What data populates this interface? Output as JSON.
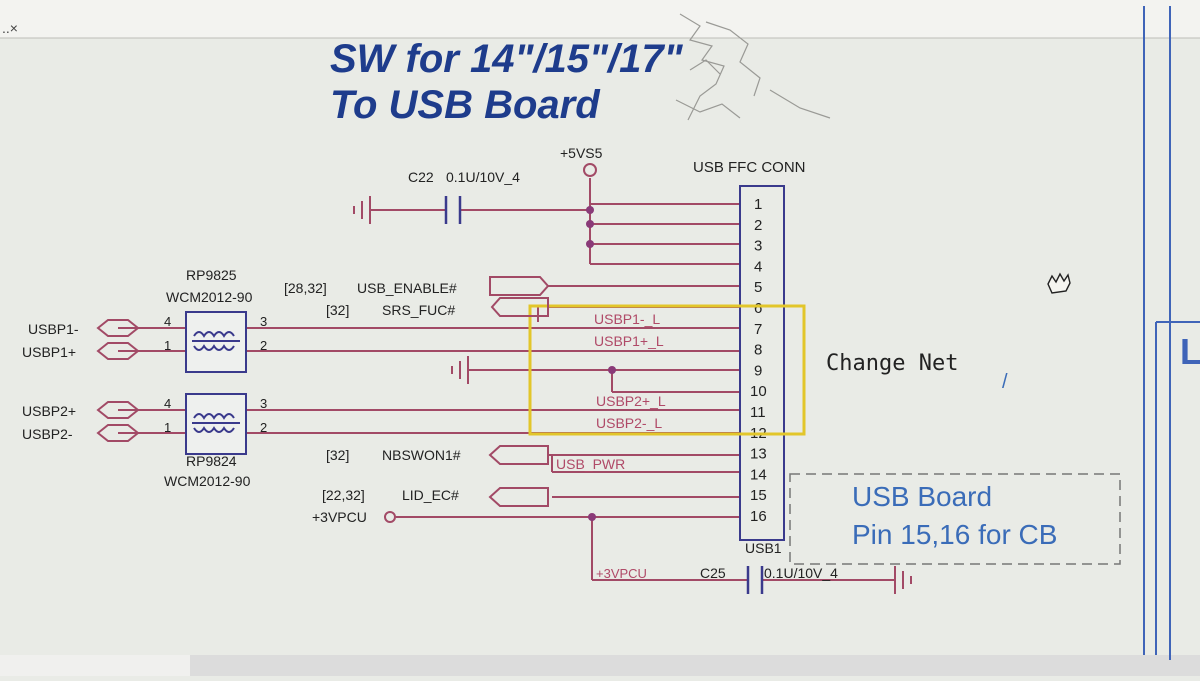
{
  "window": {
    "corner": "..×"
  },
  "titles": {
    "line1": "SW for 14\"/15\"/17\"",
    "line2": "To USB Board"
  },
  "power": {
    "vs5": "+5VS5",
    "vpcu_left": "+3VPCU",
    "vpcu_bottom": "+3VPCU"
  },
  "caps": {
    "c22": {
      "ref": "C22",
      "value": "0.1U/10V_4"
    },
    "c25": {
      "ref": "C25",
      "value": "0.1U/10V_4"
    }
  },
  "connector": {
    "title": "USB FFC CONN",
    "ref": "USB1",
    "pins": [
      "1",
      "2",
      "3",
      "4",
      "5",
      "6",
      "7",
      "8",
      "9",
      "10",
      "11",
      "12",
      "13",
      "14",
      "15",
      "16"
    ]
  },
  "chokes": {
    "rp9825": {
      "ref": "RP9825",
      "part": "WCM2012-90",
      "pins": [
        "4",
        "1",
        "3",
        "2"
      ]
    },
    "rp9824": {
      "ref": "RP9824",
      "part": "WCM2012-90",
      "pins": [
        "4",
        "1",
        "3",
        "2"
      ]
    }
  },
  "ports": {
    "usbp1n": "USBP1-",
    "usbp1p": "USBP1+",
    "usbp2p": "USBP2+",
    "usbp2n": "USBP2-"
  },
  "signals": {
    "usb_enable": {
      "sheet_ref": "[28,32]",
      "name": "USB_ENABLE#"
    },
    "srs_fuc": {
      "sheet_ref": "[32]",
      "name": "SRS_FUC#"
    },
    "nbswon1": {
      "sheet_ref": "[32]",
      "name": "NBSWON1#"
    },
    "lid_ec": {
      "sheet_ref": "[22,32]",
      "name": "LID_EC#"
    }
  },
  "net_labels": {
    "usbp1n_l": "USBP1-_L",
    "usbp1p_l": "USBP1+_L",
    "usbp2p_l": "USBP2+_L",
    "usbp2n_l": "USBP2-_L",
    "usb_pwr": "USB_PWR"
  },
  "annotations": {
    "change_net": "Change Net",
    "usb_board_line1": "USB Board",
    "usb_board_line2": "Pin 15,16 for CB",
    "tick": "/",
    "edge_label": "L"
  },
  "colors": {
    "wire": "#a24a66",
    "component": "#3a3a8c",
    "net_label": "#b04a68",
    "title_blue": "#1e3c8c",
    "highlight": "#e2c62a",
    "annotation_blue": "#3a6cb8"
  }
}
